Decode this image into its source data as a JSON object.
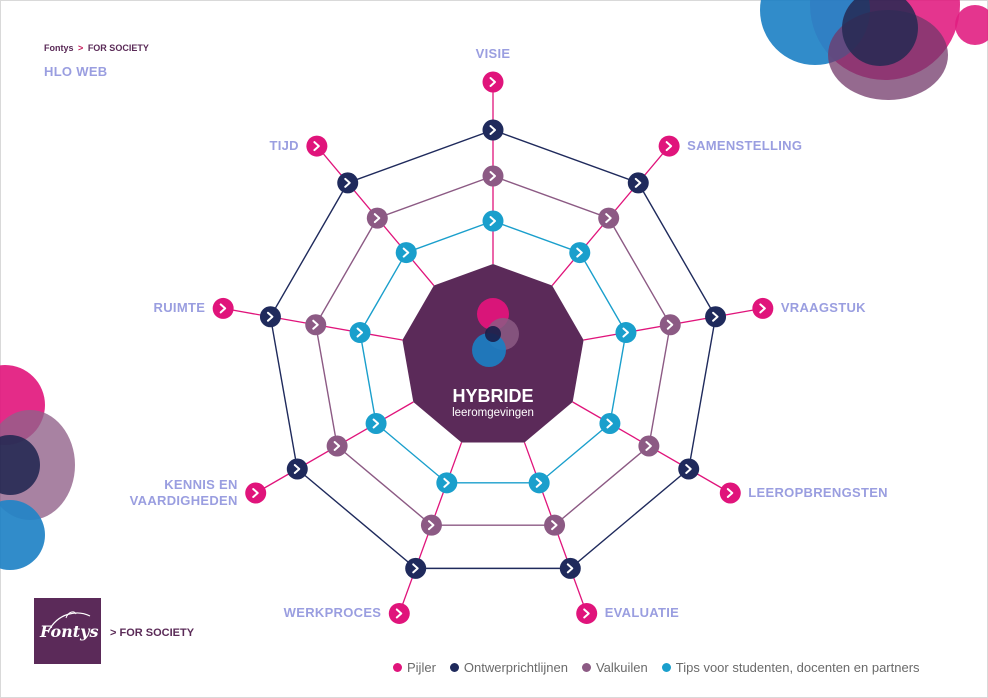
{
  "brand": {
    "name": "Fontys",
    "separator": ">",
    "tagline": "FOR SOCIETY",
    "subtitle": "HLO WEB",
    "logo_wordmark": "Fontys",
    "logo_tagline": "> FOR SOCIETY"
  },
  "center": {
    "title": "HYBRIDE",
    "subtitle": "leeromgevingen"
  },
  "axes": [
    {
      "label": "VISIE"
    },
    {
      "label": "SAMENSTELLING"
    },
    {
      "label": "VRAAGSTUK"
    },
    {
      "label": "LEEROPBRENGSTEN"
    },
    {
      "label": "EVALUATIE"
    },
    {
      "label": "WERKPROCES"
    },
    {
      "label": "KENNIS EN VAARDIGHEDEN"
    },
    {
      "label": "RUIMTE"
    },
    {
      "label": "TIJD"
    }
  ],
  "legend": [
    {
      "label": "Pijler",
      "color": "#e0147b"
    },
    {
      "label": "Ontwerprichtlijnen",
      "color": "#1f2a5c"
    },
    {
      "label": "Valkuilen",
      "color": "#8c5a84"
    },
    {
      "label": "Tips voor studenten, docenten en partners",
      "color": "#1a9fcc"
    }
  ],
  "colors": {
    "pijler": "#e0147b",
    "ontwerp": "#1f2a5c",
    "valkuil": "#8c5a84",
    "tips": "#1a9fcc",
    "center": "#5b2a59",
    "label": "#9a9ee0"
  },
  "icons": {
    "node": "chevron-right-icon"
  }
}
